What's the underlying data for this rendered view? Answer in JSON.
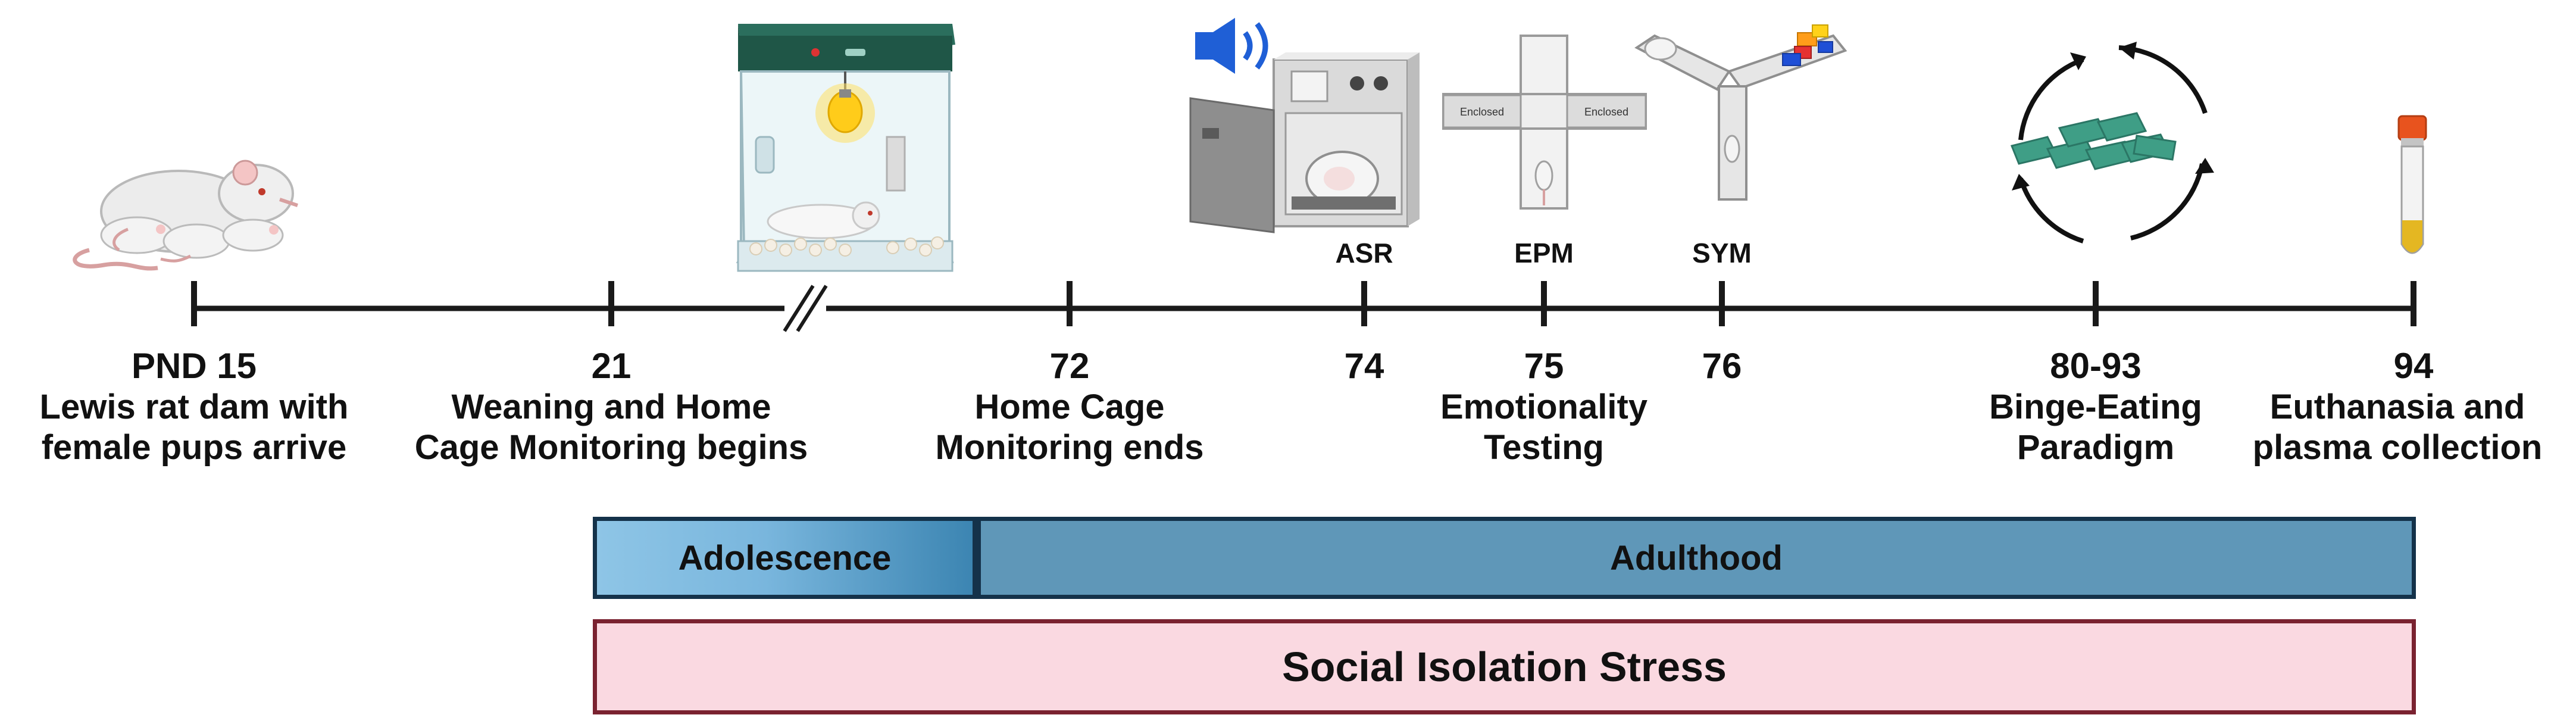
{
  "timeline": {
    "days": [
      {
        "day": "PND 15",
        "lines": [
          "Lewis rat dam with",
          "female pups arrive"
        ]
      },
      {
        "day": "21",
        "lines": [
          "Weaning and Home",
          "Cage Monitoring begins"
        ]
      },
      {
        "day": "72",
        "lines": [
          "Home Cage",
          "Monitoring ends"
        ]
      },
      {
        "day": "74",
        "lines": []
      },
      {
        "day": "75",
        "lines": [
          "Emotionality",
          "Testing"
        ]
      },
      {
        "day": "76",
        "lines": []
      },
      {
        "day": "80-93",
        "lines": [
          "Binge-Eating",
          "Paradigm"
        ]
      },
      {
        "day": "94",
        "lines": [
          "Euthanasia and",
          "plasma collection"
        ]
      }
    ],
    "tests": {
      "asr": "ASR",
      "epm": "EPM",
      "sym": "SYM"
    }
  },
  "periods": {
    "adolescence": "Adolescence",
    "adulthood": "Adulthood"
  },
  "stress": {
    "label": "Social Isolation Stress"
  },
  "illustrations": {
    "rat-family": "rat-with-pups-icon",
    "cage": "home-cage-monitor-icon",
    "asr": "acoustic-startle-chamber-icon",
    "epm": "elevated-plus-maze-icon",
    "sym": "y-maze-icon",
    "binge": "binge-eating-cycle-icon",
    "tube": "blood-collection-tube-icon"
  },
  "colors": {
    "axis": "#1a1a1a",
    "adolescence": "#79b6dd",
    "adulthood": "#5f97b8",
    "stress_fill": "#fad9e1",
    "stress_border": "#7a2230",
    "speaker": "#1f5fd6",
    "food": "#3f9e86",
    "cage_lid": "#1f5647"
  }
}
